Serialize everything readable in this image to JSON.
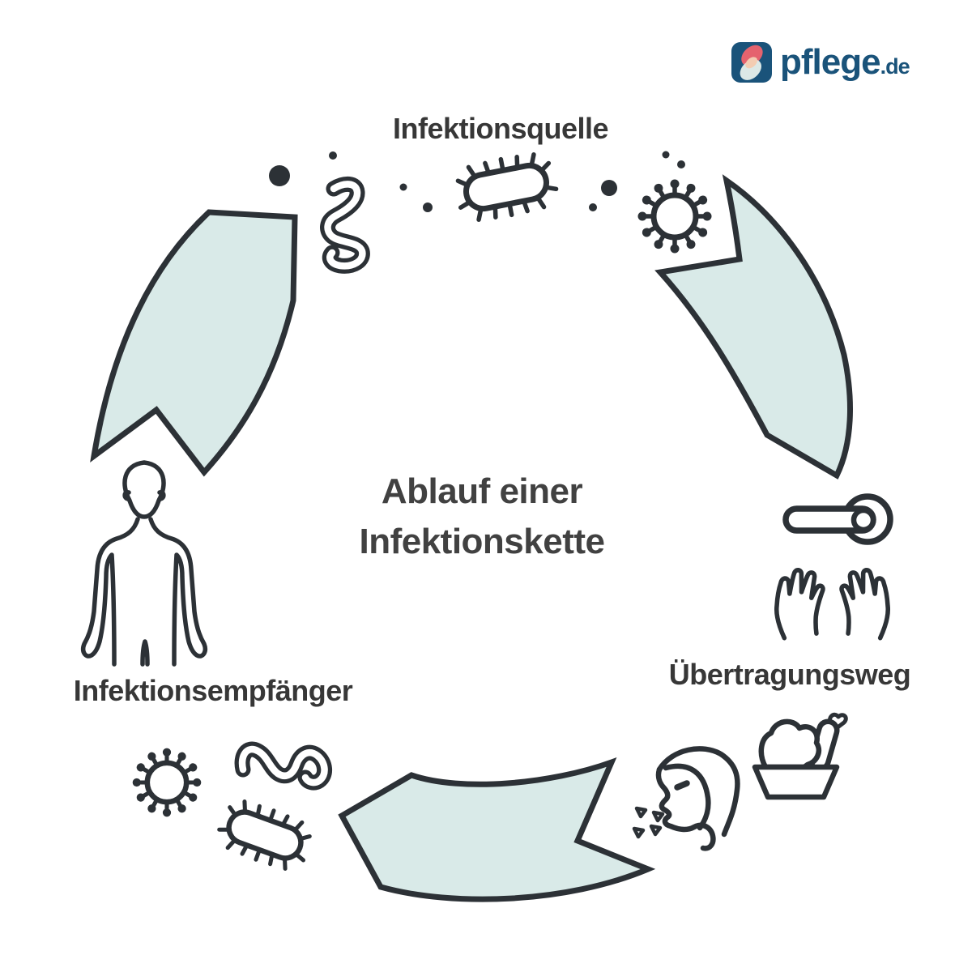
{
  "page": {
    "background": "#ffffff",
    "type": "infographic-cycle"
  },
  "logo": {
    "brand": "pflege",
    "tld": ".de"
  },
  "title": {
    "line1": "Ablauf einer",
    "line2": "Infektionskette"
  },
  "stages": {
    "source": {
      "label": "Infektionsquelle",
      "icons": [
        "worm-microbe",
        "rod-bacterium",
        "coronavirus",
        "germ-dots"
      ]
    },
    "transmission": {
      "label": "Übertragungsweg",
      "icons": [
        "door-handle",
        "hands",
        "coughing-person",
        "droplets",
        "food-bowl"
      ]
    },
    "recipient": {
      "label": "Infektionsempfänger",
      "icons": [
        "human-body",
        "coronavirus",
        "worm-microbe",
        "rod-bacterium"
      ]
    }
  },
  "arrows": {
    "count": 3,
    "fill": "#d9eae8",
    "outline": "#2c3136",
    "flow": [
      "source→transmission",
      "transmission→recipient",
      "recipient→source"
    ]
  },
  "colors": {
    "text": "#373737",
    "icon_outline": "#2c3136",
    "logo_blue": "#1a537a",
    "logo_coral": "#e5636e",
    "logo_pale": "#dce8e6",
    "logo_overlap": "#f3ccb2"
  }
}
